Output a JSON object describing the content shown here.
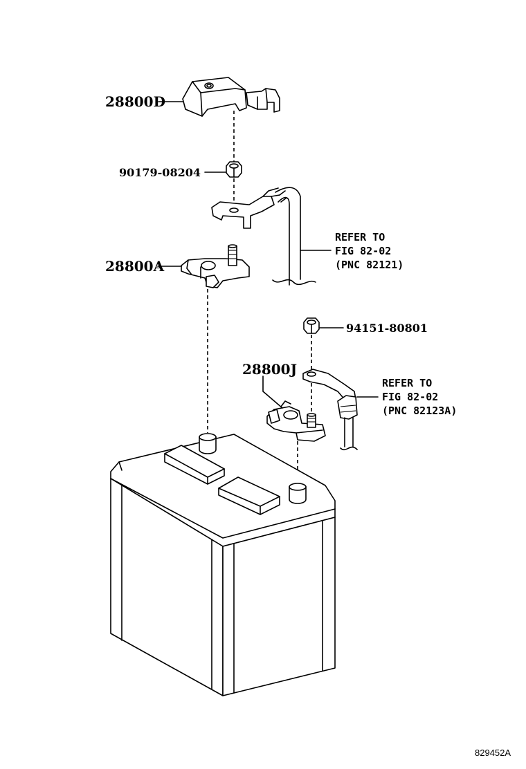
{
  "labels": {
    "part_28800D": "28800D",
    "part_90179": "90179-08204",
    "part_28800A": "28800A",
    "part_94151": "94151-80801",
    "part_28800J": "28800J"
  },
  "refer_1": {
    "line1": "REFER TO",
    "line2": "FIG 82-02",
    "line3": "(PNC 82121)"
  },
  "refer_2": {
    "line1": "REFER TO",
    "line2": "FIG 82-02",
    "line3": "(PNC 82123A)"
  },
  "figure_code": "829452A"
}
